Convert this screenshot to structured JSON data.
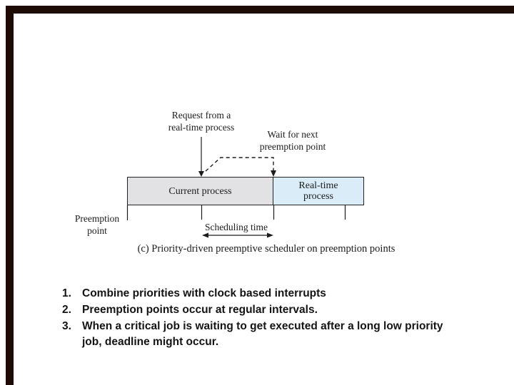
{
  "frame": {
    "color": "#1d0c05"
  },
  "diagram": {
    "request_label": {
      "line1": "Request from a",
      "line2": "real-time process"
    },
    "wait_label": {
      "line1": "Wait for next",
      "line2": "preemption point"
    },
    "bar": {
      "current_label": "Current process",
      "realtime_line1": "Real-time",
      "realtime_line2": "process",
      "gray_color": "#e2e2e4",
      "blue_color": "#d9ecf8",
      "border_color": "#222222"
    },
    "preemption_label": {
      "line1": "Preemption",
      "line2": "point"
    },
    "scheduling_label": "Scheduling time",
    "caption": "(c) Priority-driven preemptive scheduler on preemption points"
  },
  "list": {
    "items": [
      {
        "number": "1.",
        "text": "Combine priorities with clock based interrupts"
      },
      {
        "number": "2.",
        "text": "Preemption points occur at regular intervals."
      },
      {
        "number": "3.",
        "text": "When a critical job is waiting to get executed after a long low priority job, deadline might occur."
      }
    ]
  }
}
